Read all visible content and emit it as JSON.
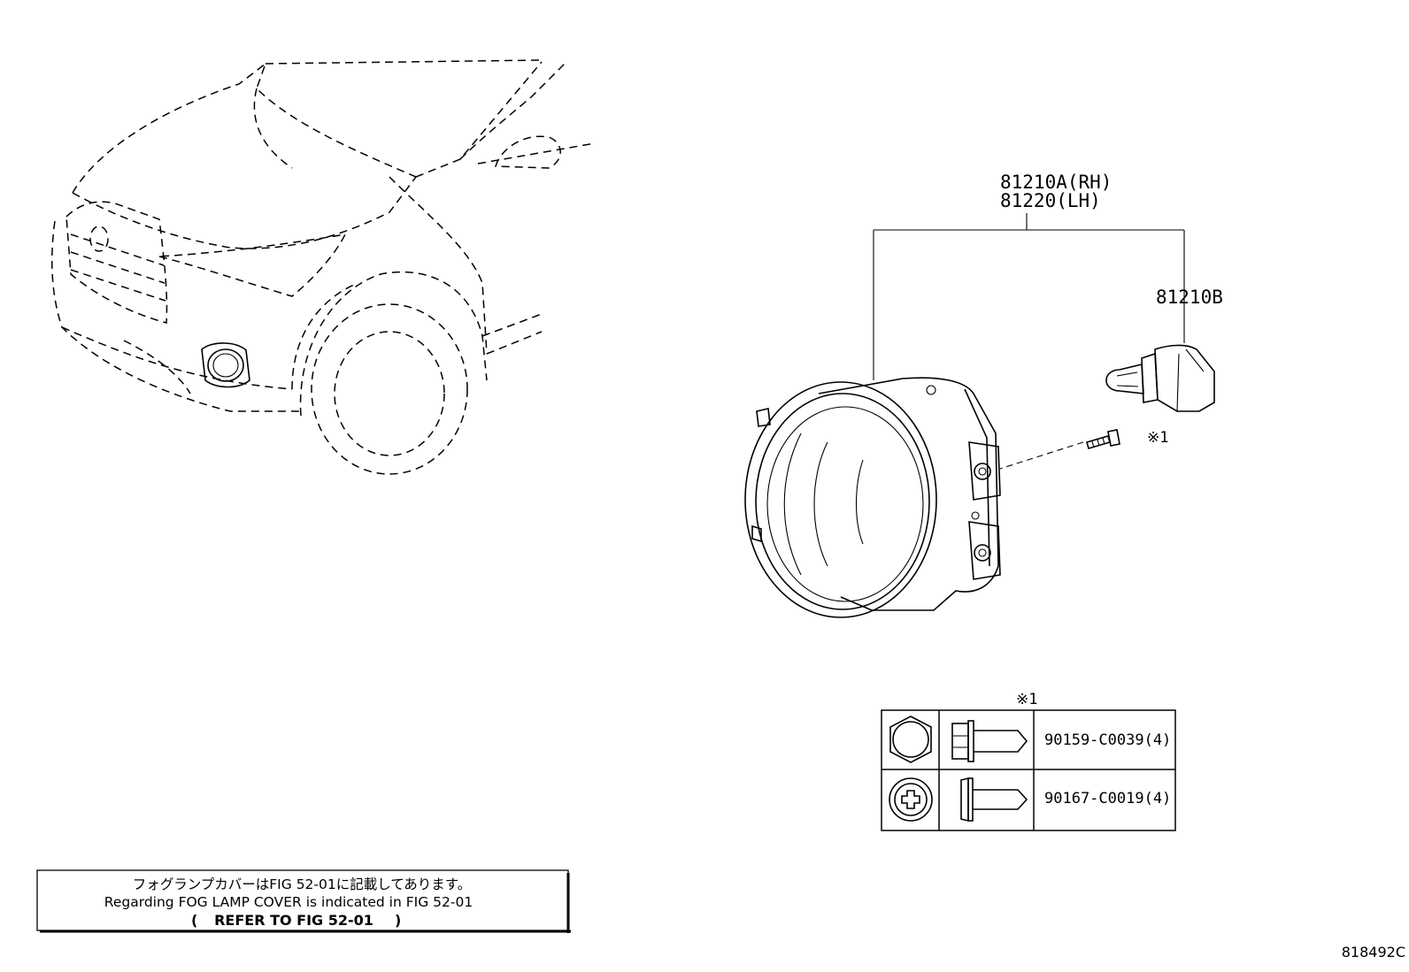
{
  "callouts": {
    "assembly_rh": "81210A(RH)",
    "assembly_lh": "81220(LH)",
    "bulb": "81210B",
    "screw_ref": "※1"
  },
  "fastener_table": {
    "header": "※1",
    "rows": [
      {
        "part_no": "90159-C0039(4)",
        "head_icon": "hex-head-icon",
        "side_icon": "flange-bolt-icon"
      },
      {
        "part_no": "90167-C0019(4)",
        "head_icon": "phillips-head-icon",
        "side_icon": "screw-icon"
      }
    ]
  },
  "note": {
    "line_jp": "フォグランプカバーはFIG 52-01に記載してあります。",
    "line_en": "Regarding FOG LAMP COVER is indicated in FIG 52-01",
    "refer_open": "(",
    "refer": "REFER TO FIG 52-01",
    "refer_close": ")"
  },
  "figure_id": "818492C"
}
